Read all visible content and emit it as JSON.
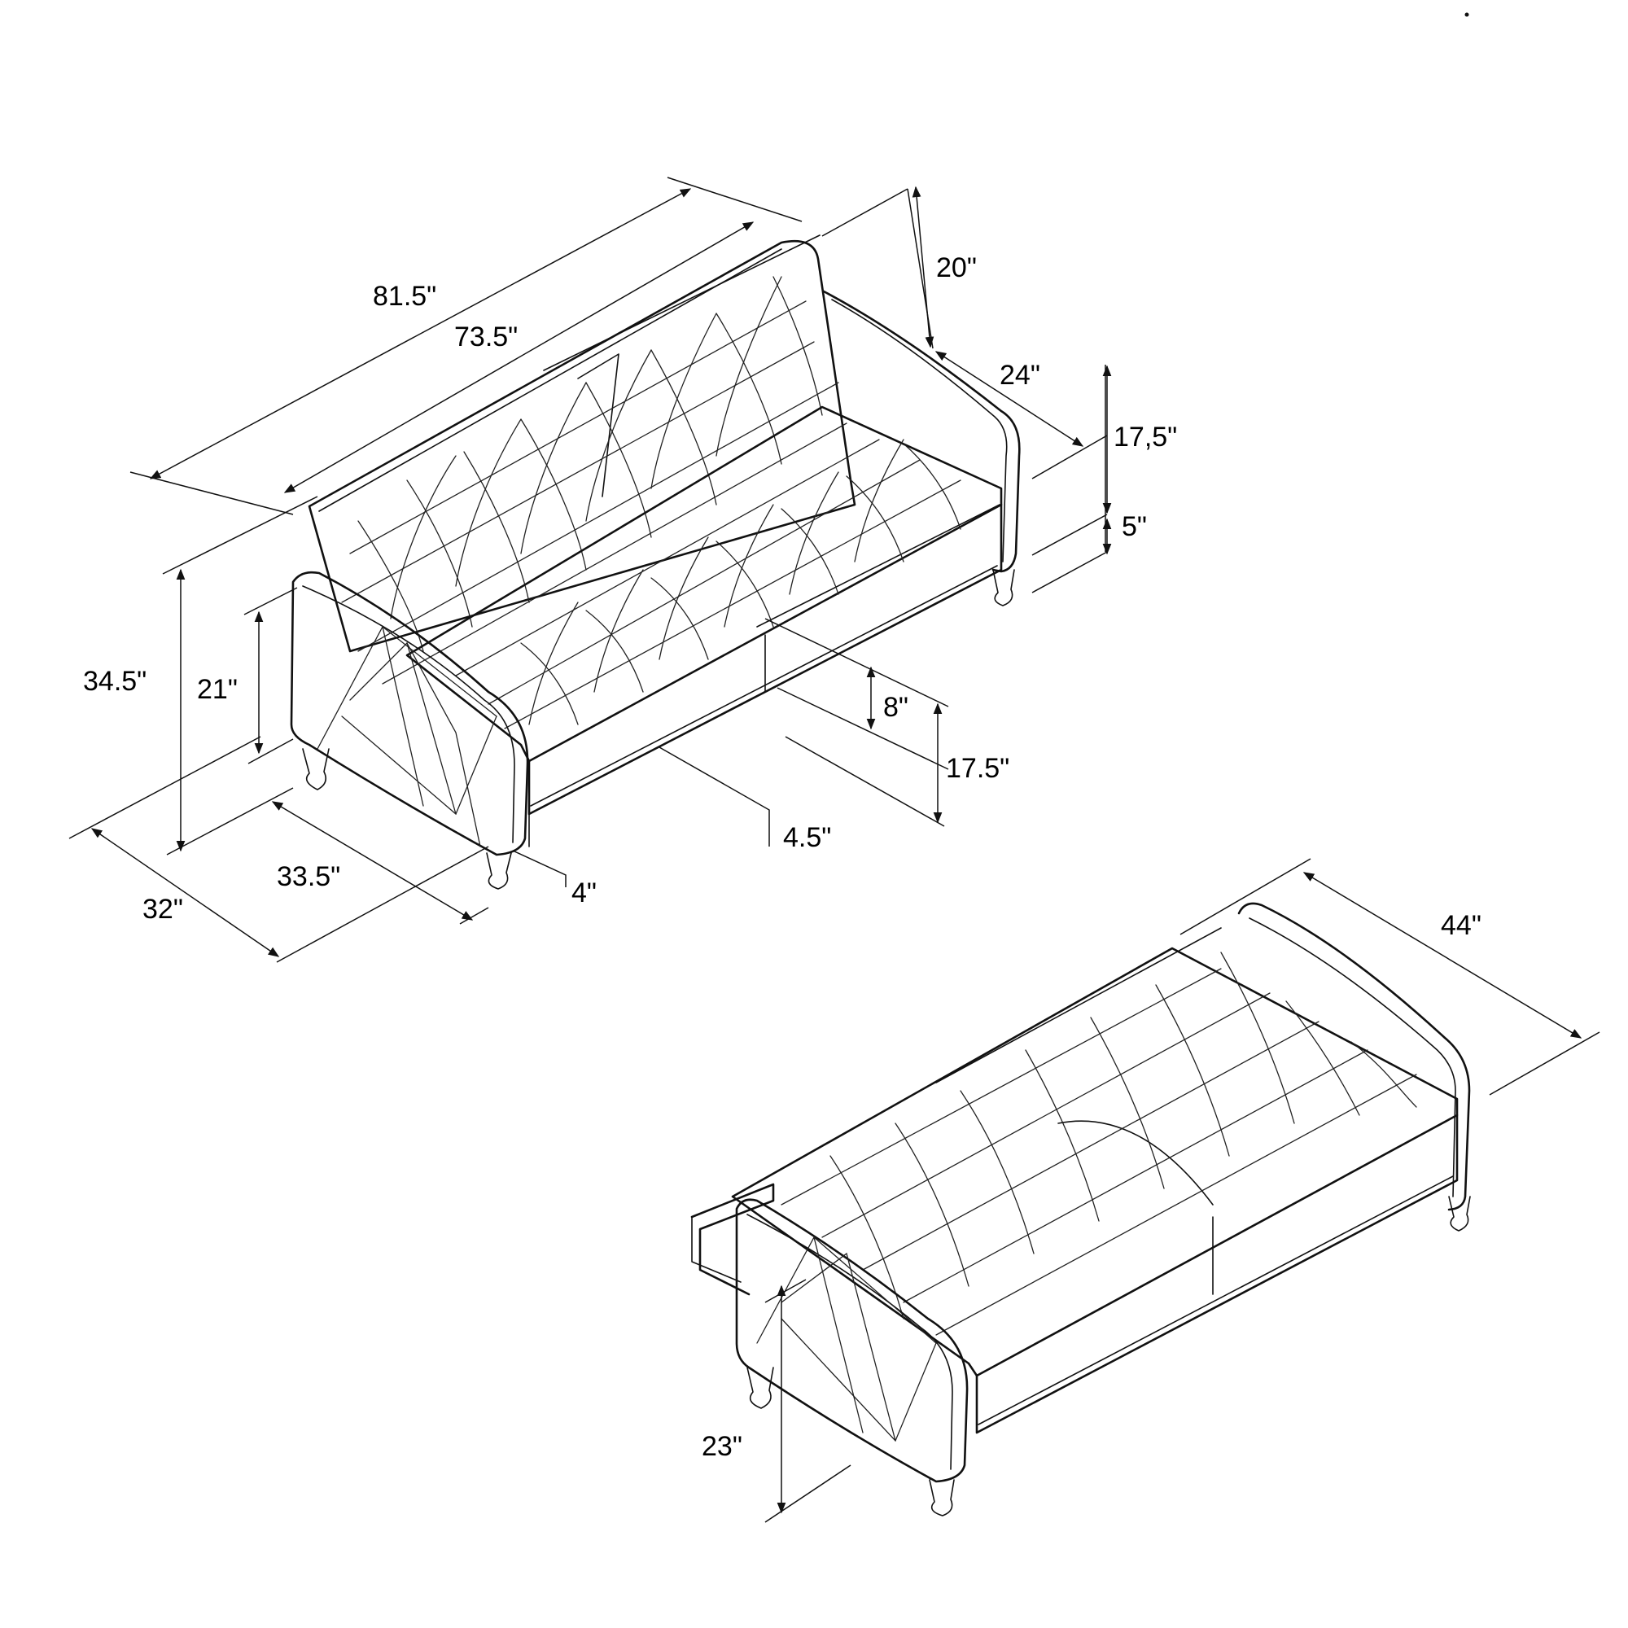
{
  "sofa_dimensions": {
    "overall_width": "81.5\"",
    "seat_width": "73.5\"",
    "back_height_above_seat": "20\"",
    "seat_depth": "24\"",
    "arm_height_above_leg": "17,5\"",
    "leg_height_side": "5\"",
    "overall_height": "34.5\"",
    "arm_height": "21\"",
    "cushion_thickness": "8\"",
    "seat_height": "17.5\"",
    "under_clearance": "4.5\"",
    "overall_depth": "32\"",
    "inner_depth": "33.5\"",
    "leg_height_front": "4\""
  },
  "bed_dimensions": {
    "bed_depth": "44\"",
    "bed_height": "23\""
  }
}
